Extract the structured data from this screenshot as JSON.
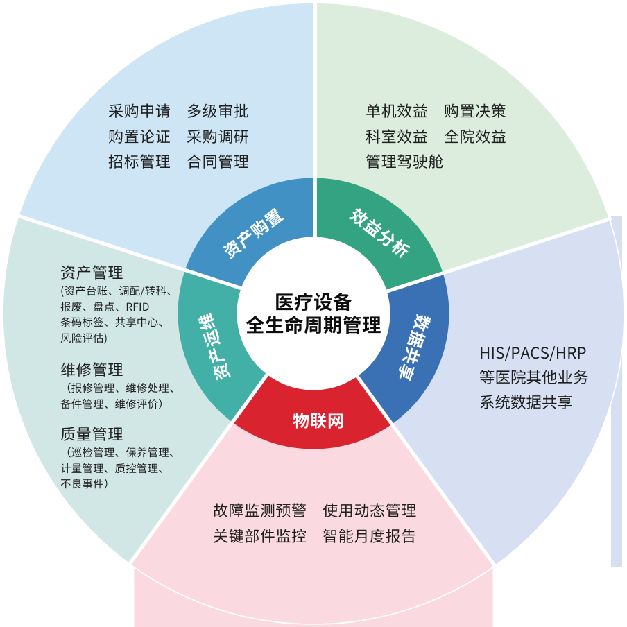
{
  "center": {
    "title_line1": "医疗设备",
    "title_line2": "全生命周期管理"
  },
  "ring": {
    "procurement": {
      "label": "资产购置"
    },
    "benefit": {
      "label": "效益分析"
    },
    "data_share": {
      "label": "数据共享"
    },
    "iot": {
      "label": "物联网"
    },
    "ops": {
      "label": "资产运维"
    }
  },
  "sectors": {
    "procurement": {
      "lines": [
        "采购申请　多级审批",
        "购置论证　采购调研",
        "招标管理　合同管理"
      ]
    },
    "benefit": {
      "lines": [
        "单机效益　购置决策",
        "科室效益　全院效益",
        "管理驾驶舱"
      ]
    },
    "data_share": {
      "lines": [
        "HIS/PACS/HRP",
        "等医院其他业务",
        "系统数据共享"
      ]
    },
    "iot": {
      "lines": [
        "故障监测预警　使用动态管理",
        "关键部件监控　智能月度报告"
      ]
    },
    "ops": {
      "groups": [
        {
          "title": "资产管理",
          "lines": [
            "(资产台账、调配/转科、",
            "报废、盘点、RFID",
            "条码标签、共享中心、",
            "风险评估)"
          ]
        },
        {
          "title": "维修管理",
          "lines": [
            "（报修管理、维修处理、",
            "备件管理、维修评价）"
          ]
        },
        {
          "title": "质量管理",
          "lines": [
            "（巡检管理、保养管理、",
            "计量管理、质控管理、",
            "不良事件）"
          ]
        }
      ]
    }
  },
  "colors": {
    "pale_blue": "#cde5f5",
    "pale_green": "#dcedde",
    "lavender": "#d6e0f2",
    "pink": "#fadae0",
    "pale_teal": "#d1e7e6",
    "ring_blue": "#4191c5",
    "ring_green": "#33a381",
    "ring_royal": "#3a70b4",
    "ring_red": "#d9242f",
    "ring_teal": "#43b0a7",
    "text_dark": "#1f1f1f",
    "label_white": "#ffffff"
  }
}
